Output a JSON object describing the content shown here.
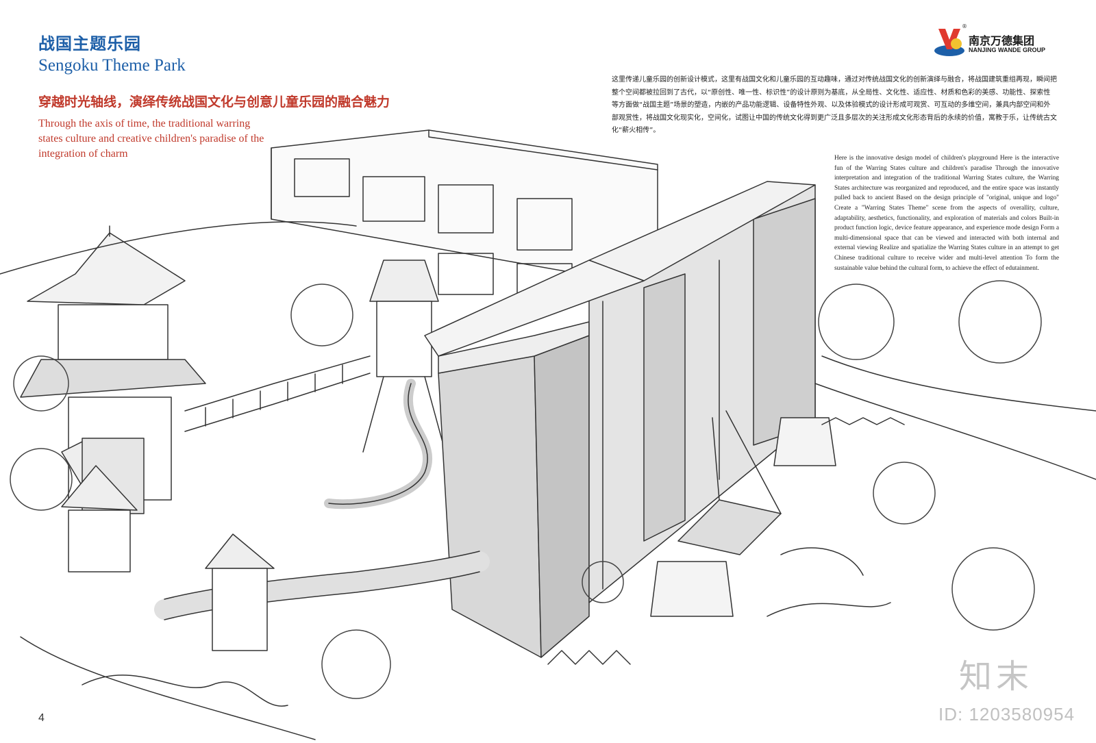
{
  "header": {
    "title_cn": "战国主题乐园",
    "title_en": "Sengoku Theme Park",
    "slogan_cn": "穿越时光轴线，演绎传统战国文化与创意儿童乐园的融合魅力",
    "slogan_en": "Through the axis of time, the traditional warring states culture and creative children's paradise of the integration of charm"
  },
  "logo": {
    "name_cn": "南京万德集团",
    "name_en": "NANJING WANDE GROUP",
    "registered": "®",
    "icon": "wande-group-logo"
  },
  "description": {
    "cn": "这里传递儿童乐园的创新设计模式，这里有战国文化和儿童乐园的互动趣味，通过对传统战国文化的创新演绎与融合，将战国建筑重组再现，瞬间把整个空间都被拉回到了古代，以“原创性、唯一性、标识性”的设计原则为基底，从全局性、文化性、适应性、材质和色彩的美感、功能性、探索性等方面做“战国主题”场景的塑造，内嵌的产品功能逻辑、设备特性外观、以及体验模式的设计形成可观赏、可互动的多维空间，兼具内部空间和外部观赏性，将战国文化现实化，空间化，试图让中国的传统文化得到更广泛且多层次的关注形成文化形态背后的永续的价值，寓教于乐，让传统古文化“薪火相传”。",
    "en": "Here is the innovative design model of children's playground Here is the interactive fun of the Warring States culture and children's paradise Through the innovative interpretation and integration of the traditional Warring States culture, the Warring States architecture was reorganized and reproduced, and the entire space was instantly pulled back to ancient Based on the design principle of \"original, unique and logo\" Create a \"Warring States Theme\" scene from the aspects of overallity, culture, adaptability, aesthetics, functionality, and exploration of materials and colors Built-in product function logic, device feature appearance, and experience mode design Form a multi-dimensional space that can be viewed and interacted with both internal and external viewing Realize and spatialize the Warring States culture in an attempt to get Chinese traditional culture to receive wider and multi-level attention To form the sustainable value behind the cultural form, to achieve the effect of edutainment."
  },
  "footer": {
    "page_number": "4",
    "watermark_brand": "知末",
    "watermark_id": "ID: 1203580954"
  },
  "colors": {
    "title_blue": "#1d5fa8",
    "slogan_red": "#c0392b",
    "sketch_gray": "#c8c8c8",
    "ink": "#333333"
  }
}
